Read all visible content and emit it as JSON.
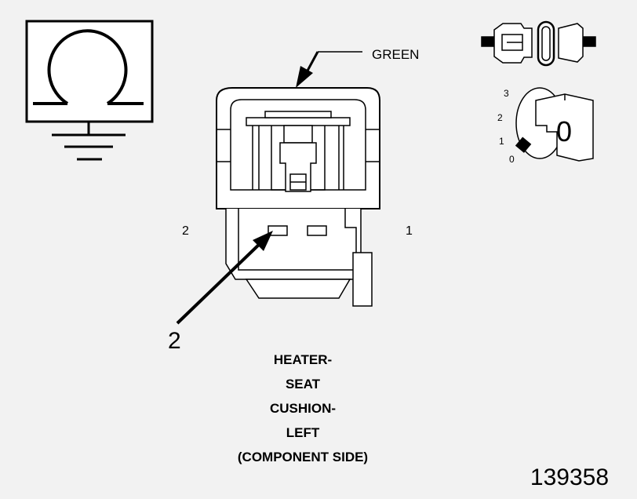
{
  "connector": {
    "color_callout": "GREEN",
    "pin_labels": {
      "left": "2",
      "right": "1"
    },
    "callout_number": "2"
  },
  "caption": {
    "lines": [
      "HEATER-",
      "SEAT",
      "CUSHION-",
      "LEFT",
      "(COMPONENT SIDE)"
    ]
  },
  "figure_number": "139358",
  "icons": {
    "ground": "ohm-ground-icon",
    "connector": "inline-connector-icon",
    "selector": "rotary-key-switch-icon"
  },
  "selector": {
    "positions": [
      "3",
      "2",
      "1",
      "0"
    ],
    "key_label": "0"
  },
  "colors": {
    "background": "#f2f2f2",
    "line": "#000000",
    "fill": "#ffffff"
  }
}
